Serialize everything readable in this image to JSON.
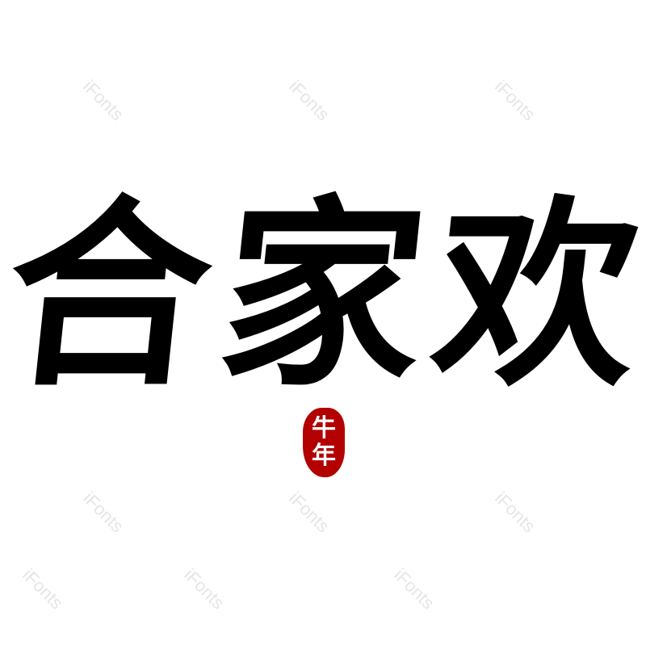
{
  "title": "合家欢",
  "title_chars": [
    "合",
    "家",
    "欢"
  ],
  "seal": {
    "text": "牛年",
    "chars": [
      "牛",
      "年"
    ],
    "color": "#b30000"
  },
  "watermark": "iFonts",
  "colors": {
    "ink": "#000000",
    "background": "#ffffff",
    "watermark": "#e6e6e6"
  }
}
